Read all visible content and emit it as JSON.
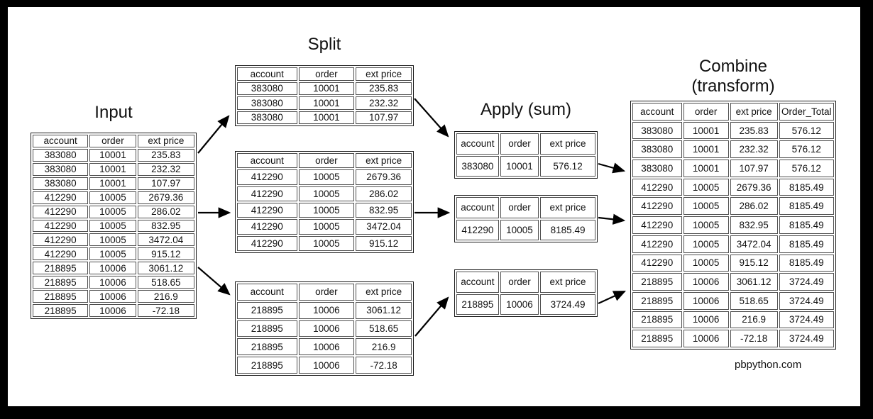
{
  "colors": {
    "frame": "#000000",
    "background": "#ffffff",
    "text": "#111111",
    "table_border_outer": "#1c1c1c",
    "table_border_cell": "#4f4f4f",
    "arrow": "#000000"
  },
  "stages": {
    "input": {
      "title": "Input",
      "table": {
        "headers": [
          "account",
          "order",
          "ext price"
        ],
        "rows": [
          [
            "383080",
            "10001",
            "235.83"
          ],
          [
            "383080",
            "10001",
            "232.32"
          ],
          [
            "383080",
            "10001",
            "107.97"
          ],
          [
            "412290",
            "10005",
            "2679.36"
          ],
          [
            "412290",
            "10005",
            "286.02"
          ],
          [
            "412290",
            "10005",
            "832.95"
          ],
          [
            "412290",
            "10005",
            "3472.04"
          ],
          [
            "412290",
            "10005",
            "915.12"
          ],
          [
            "218895",
            "10006",
            "3061.12"
          ],
          [
            "218895",
            "10006",
            "518.65"
          ],
          [
            "218895",
            "10006",
            "216.9"
          ],
          [
            "218895",
            "10006",
            "-72.18"
          ]
        ]
      }
    },
    "split": {
      "title": "Split",
      "groups": [
        {
          "table": {
            "headers": [
              "account",
              "order",
              "ext price"
            ],
            "rows": [
              [
                "383080",
                "10001",
                "235.83"
              ],
              [
                "383080",
                "10001",
                "232.32"
              ],
              [
                "383080",
                "10001",
                "107.97"
              ]
            ]
          }
        },
        {
          "table": {
            "headers": [
              "account",
              "order",
              "ext price"
            ],
            "rows": [
              [
                "412290",
                "10005",
                "2679.36"
              ],
              [
                "412290",
                "10005",
                "286.02"
              ],
              [
                "412290",
                "10005",
                "832.95"
              ],
              [
                "412290",
                "10005",
                "3472.04"
              ],
              [
                "412290",
                "10005",
                "915.12"
              ]
            ]
          }
        },
        {
          "table": {
            "headers": [
              "account",
              "order",
              "ext price"
            ],
            "rows": [
              [
                "218895",
                "10006",
                "3061.12"
              ],
              [
                "218895",
                "10006",
                "518.65"
              ],
              [
                "218895",
                "10006",
                "216.9"
              ],
              [
                "218895",
                "10006",
                "-72.18"
              ]
            ]
          }
        }
      ]
    },
    "apply": {
      "title": "Apply (sum)",
      "groups": [
        {
          "table": {
            "headers": [
              "account",
              "order",
              "ext price"
            ],
            "rows": [
              [
                "383080",
                "10001",
                "576.12"
              ]
            ]
          }
        },
        {
          "table": {
            "headers": [
              "account",
              "order",
              "ext price"
            ],
            "rows": [
              [
                "412290",
                "10005",
                "8185.49"
              ]
            ]
          }
        },
        {
          "table": {
            "headers": [
              "account",
              "order",
              "ext price"
            ],
            "rows": [
              [
                "218895",
                "10006",
                "3724.49"
              ]
            ]
          }
        }
      ]
    },
    "combine": {
      "title_line1": "Combine",
      "title_line2": "(transform)",
      "table": {
        "headers": [
          "account",
          "order",
          "ext price",
          "Order_Total"
        ],
        "rows": [
          [
            "383080",
            "10001",
            "235.83",
            "576.12"
          ],
          [
            "383080",
            "10001",
            "232.32",
            "576.12"
          ],
          [
            "383080",
            "10001",
            "107.97",
            "576.12"
          ],
          [
            "412290",
            "10005",
            "2679.36",
            "8185.49"
          ],
          [
            "412290",
            "10005",
            "286.02",
            "8185.49"
          ],
          [
            "412290",
            "10005",
            "832.95",
            "8185.49"
          ],
          [
            "412290",
            "10005",
            "3472.04",
            "8185.49"
          ],
          [
            "412290",
            "10005",
            "915.12",
            "8185.49"
          ],
          [
            "218895",
            "10006",
            "3061.12",
            "3724.49"
          ],
          [
            "218895",
            "10006",
            "518.65",
            "3724.49"
          ],
          [
            "218895",
            "10006",
            "216.9",
            "3724.49"
          ],
          [
            "218895",
            "10006",
            "-72.18",
            "3724.49"
          ]
        ]
      }
    }
  },
  "footer": "pbpython.com"
}
